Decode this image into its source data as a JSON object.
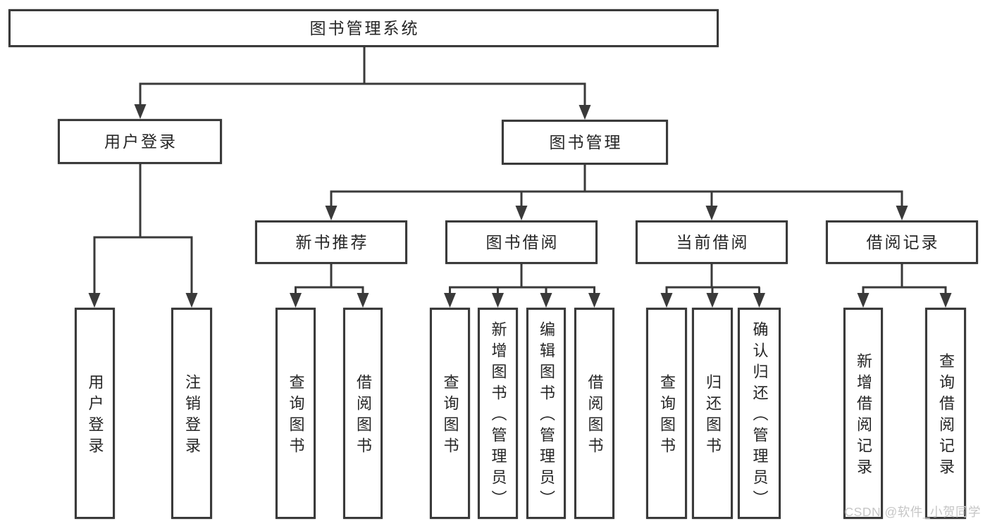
{
  "tree": {
    "label": "图书管理系统",
    "children": [
      {
        "label": "用户登录",
        "children": [
          {
            "label": "用户登录"
          },
          {
            "label": "注销登录"
          }
        ]
      },
      {
        "label": "图书管理",
        "children": [
          {
            "label": "新书推荐",
            "children": [
              {
                "label": "查询图书"
              },
              {
                "label": "借阅图书"
              }
            ]
          },
          {
            "label": "图书借阅",
            "children": [
              {
                "label": "查询图书"
              },
              {
                "label": "新增图书（管理员）"
              },
              {
                "label": "编辑图书（管理员）"
              },
              {
                "label": "借阅图书"
              }
            ]
          },
          {
            "label": "当前借阅",
            "children": [
              {
                "label": "查询图书"
              },
              {
                "label": "归还图书"
              },
              {
                "label": "确认归还（管理员）"
              }
            ]
          },
          {
            "label": "借阅记录",
            "children": [
              {
                "label": "新增借阅记录"
              },
              {
                "label": "查询借阅记录"
              }
            ]
          }
        ]
      }
    ]
  },
  "watermark": {
    "text": "CSDN @软件_小贺同学",
    "color": "#c6c6c6"
  },
  "style": {
    "line_color": "#3a3a3a",
    "border_color": "#3a3a3a",
    "text_color": "#262626",
    "background": "#ffffff"
  }
}
